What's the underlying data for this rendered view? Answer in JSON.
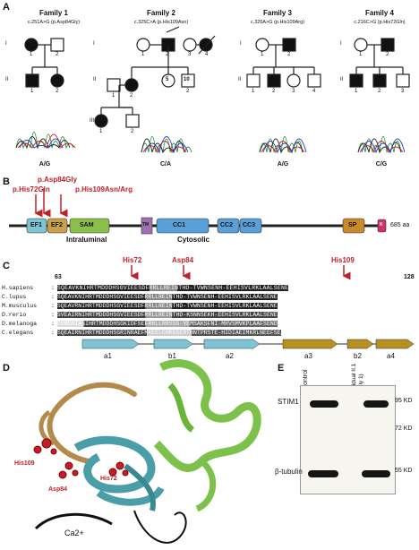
{
  "panelA": {
    "letter": "A",
    "families": [
      {
        "title": "Family 1",
        "mutation": "c.251A>G (p.Asp84Gly)",
        "genotype": "A/G",
        "gens": [
          "I",
          "II"
        ],
        "ids": [
          "1",
          "2",
          "1",
          "2"
        ]
      },
      {
        "title": "Family 2",
        "mutation": "c.325C>A (p.His109Asn)",
        "genotype": "C/A",
        "gens": [
          "I",
          "II",
          "III"
        ],
        "ids": [
          "1",
          "2",
          "3",
          "4",
          "1",
          "2",
          "5",
          "2",
          "10",
          "1",
          "2"
        ]
      },
      {
        "title": "Family 3",
        "mutation": "c.326A>G (p.His109Arg)",
        "genotype": "A/G",
        "gens": [
          "I",
          "II"
        ],
        "ids": [
          "1",
          "2",
          "1",
          "2",
          "3",
          "4"
        ]
      },
      {
        "title": "Family 4",
        "mutation": "c.216C>G (p.His72Gln)",
        "genotype": "C/G",
        "gens": [
          "I",
          "II"
        ],
        "ids": [
          "1",
          "2",
          "1",
          "2",
          "3"
        ]
      }
    ]
  },
  "panelB": {
    "letter": "B",
    "mutations": [
      "p.Asp84Gly",
      "p.His72Gln",
      "p.His109Asn/Arg"
    ],
    "domains": [
      "EF1",
      "EF2",
      "SAM",
      "TM",
      "CC1",
      "CC2",
      "CC3",
      "SP",
      "K"
    ],
    "region_labels": [
      "Intraluminal",
      "Cytosolic"
    ],
    "length": "685 aa",
    "colors": {
      "ef": "#7fc4d4",
      "sam": "#8bbf4a",
      "cc": "#5aa0d8",
      "sp": "#c98a2a",
      "k": "#d0306a",
      "tm": "#a070b0",
      "arrow": "#c0202a"
    }
  },
  "panelC": {
    "letter": "C",
    "start": "63",
    "end": "128",
    "markers": [
      "His72",
      "Asp84",
      "His109"
    ],
    "species": [
      "H.sapiens",
      "C.lupus",
      "M.musculus",
      "D.rerio",
      "D.melanoga",
      "C.elegans"
    ],
    "sequences": [
      "SQEAVKNIHRTMDDDHSGVIEESDFRRLLREINTHD-TVWNSENH-EEHISVLRKLAALSENE",
      "SQEAVKNIHRTMDDDHSGVIEESDFRRLLREINTHD-TVWNSENH-EEHISVLRKLAALSENE",
      "SQEAVRNIHRTMDDDHSGVIEESDFRRLLREINTHD-TVWNSENH-EEHISVLRKLAALSENE",
      "SVEAIRNIHRTMDDDHSGVIEESDFRRLLREINTHD-KSNNSEKH-EEHISVLRKLAALSENE",
      "FGMDAIASIHRTMDDDHSGKIDFSEFRRLLRRSSG-YEMSAKSFNI-MRVSMVKPLAAFSEND",
      "SQEAIRNIHRTMDDDHSGRINRAEFMKEELCMRGSERTHNTPRSTE-HIDIAEIMKRLNEEFSE"
    ],
    "structure": [
      "a1",
      "b1",
      "a2",
      "a3",
      "b2",
      "a4"
    ]
  },
  "panelD": {
    "letter": "D",
    "residues": [
      "His109",
      "Asp84",
      "His72"
    ],
    "ion": "Ca2+"
  },
  "panelE": {
    "letter": "E",
    "lanes": [
      "Control",
      "Individual II.1 (family 1)"
    ],
    "bands": [
      "STIM1",
      "β-tubulin"
    ],
    "markers": [
      "95 KD",
      "72 KD",
      "55 KD"
    ]
  }
}
